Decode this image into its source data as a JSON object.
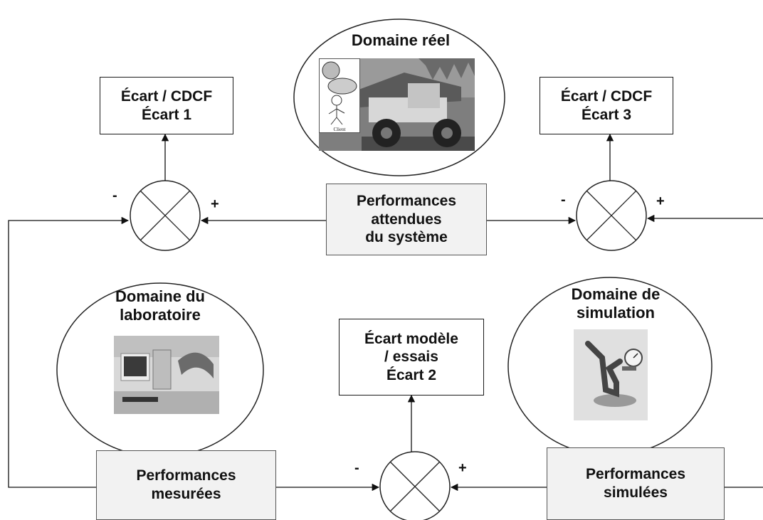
{
  "domains": {
    "real": "Domaine réel",
    "lab_line1": "Domaine du",
    "lab_line2": "laboratoire",
    "sim_line1": "Domaine de",
    "sim_line2": "simulation"
  },
  "boxes": {
    "ecart1_line1": "Écart / CDCF",
    "ecart1_line2": "Écart 1",
    "ecart3_line1": "Écart / CDCF",
    "ecart3_line2": "Écart 3",
    "ecart2_line1": "Écart modèle",
    "ecart2_line2": "/ essais",
    "ecart2_line3": "Écart 2",
    "attendues_line1": "Performances",
    "attendues_line2": "attendues",
    "attendues_line3": "du système",
    "mesurees_line1": "Performances",
    "mesurees_line2": "mesurées",
    "simulees_line1": "Performances",
    "simulees_line2": "simulées"
  },
  "signs": {
    "left_minus": "-",
    "left_plus": "+",
    "right_minus": "-",
    "right_plus": "+",
    "bottom_minus": "-",
    "bottom_plus": "+"
  },
  "client_label": "Client"
}
